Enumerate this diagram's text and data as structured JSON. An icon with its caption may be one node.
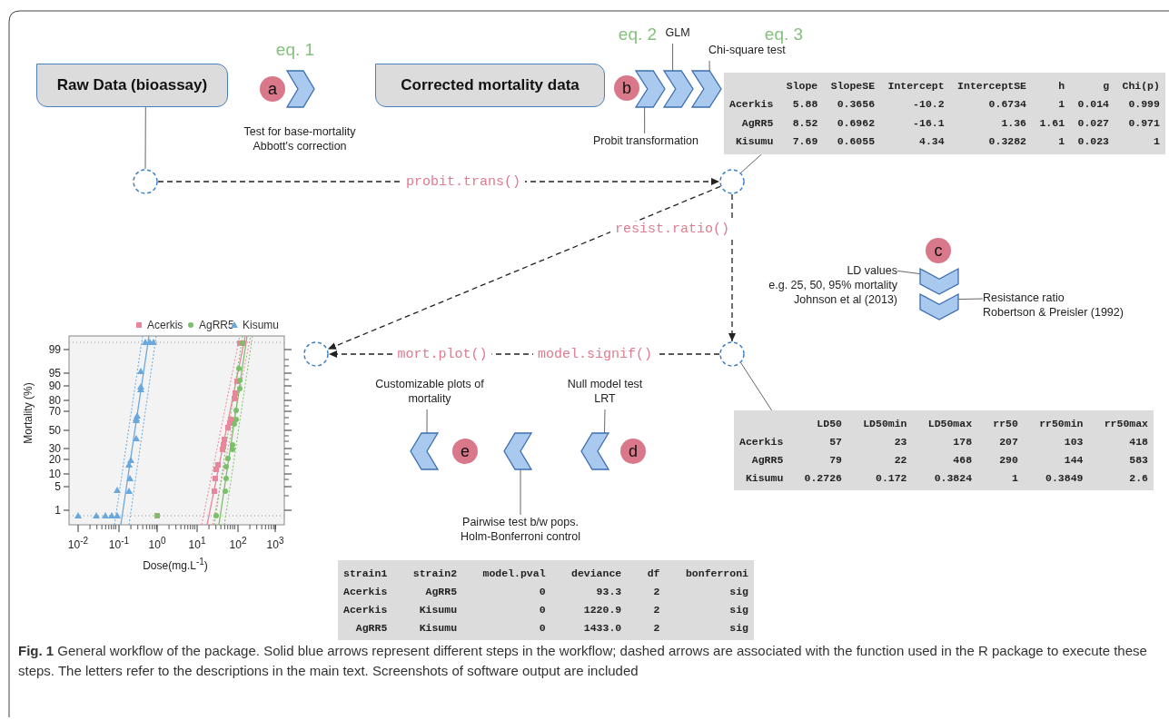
{
  "diagram": {
    "caption": "**Fig. 1** General workflow of the package. Solid blue arrows represent different steps in the workflow; dashed arrows are associated with the function used in the R package to execute these steps. The letters refer to the descriptions in the main text. Screenshots of software output are included",
    "nodes": [
      {
        "text": [
          "Raw Data (bioassay)"
        ]
      },
      {
        "text": [
          "Corrected mortality data"
        ]
      },
      {
        "text": [
          "a"
        ]
      },
      {
        "text": [],
        "shape": "chevron"
      },
      {
        "text": [
          "b"
        ]
      },
      {
        "text": [],
        "shape": "chevron"
      },
      {
        "text": [],
        "shape": "chevron"
      },
      {
        "text": [],
        "shape": "chevron"
      },
      {
        "text": [
          "GLM"
        ]
      },
      {
        "text": [
          "Chi-square test"
        ]
      },
      {
        "text": [
          "Probit transformation"
        ]
      },
      {
        "text": [
          "Slope",
          "SlopeSE",
          "Intercept",
          "InterceptSE",
          "h",
          "g",
          "Chi(p)",
          "Acerkis",
          "5.88",
          "0.3656",
          "-10.2",
          "0.6734",
          "1",
          "0.014",
          "0.999",
          "AgRR5",
          "8.52",
          "0.6962",
          "-16.1",
          "1.36",
          "1.61",
          "0.027",
          "0.971",
          "Kisumu",
          "7.69",
          "0.6055",
          "4.34",
          "0.3282",
          "1",
          "0.023",
          "1"
        ]
      },
      {
        "text": [],
        "shape": "circle"
      },
      {
        "text": [],
        "shape": "circle"
      },
      {
        "text": [
          "c"
        ]
      },
      {
        "text": [],
        "shape": "chevron"
      },
      {
        "text": [],
        "shape": "chevron"
      },
      {
        "text": [
          "LD values",
          "e.g. 25, 50, 95% mortality",
          "Johnson et al (2013)"
        ]
      },
      {
        "text": [
          "Resistance ratio",
          "Robertson & Preisler (1992)"
        ]
      },
      {
        "text": [],
        "shape": "circle"
      },
      {
        "text": [],
        "shape": "circle"
      },
      {
        "text": [
          "Customizable plots of mortality"
        ]
      },
      {
        "text": [
          "Null model test",
          "LRT"
        ]
      },
      {
        "text": [],
        "shape": "chevron"
      },
      {
        "text": [
          "e"
        ]
      },
      {
        "text": [],
        "shape": "chevron"
      },
      {
        "text": [],
        "shape": "chevron"
      },
      {
        "text": [
          "d"
        ]
      },
      {
        "text": [
          "Pairwise test b/w pops.",
          "Holm-Bonferroni control"
        ]
      },
      {
        "text": [
          "LD50",
          "LD50min",
          "LD50max",
          "rr50",
          "rr50min",
          "rr50max",
          "Acerkis",
          "57",
          "23",
          "178",
          "207",
          "103",
          "418",
          "AgRR5",
          "79",
          "22",
          "468",
          "290",
          "144",
          "583",
          "Kisumu",
          "0.2726",
          "0.172",
          "0.3824",
          "1",
          "0.3849",
          "2.6"
        ]
      },
      {
        "text": [
          "strain1",
          "strain2",
          "model.pval",
          "deviance",
          "df",
          "bonferroni",
          "Acerkis",
          "AgRR5",
          "0",
          "93.3",
          "2",
          "sig",
          "Acerkis",
          "Kisumu",
          "0",
          "1220.9",
          "2",
          "sig",
          "AgRR5",
          "Kisumu",
          "0",
          "1433.0",
          "2",
          "sig"
        ]
      }
    ],
    "edges": [
      {
        "from": 0,
        "to": 12,
        "arrow": "none"
      },
      {
        "from": 12,
        "to": 13,
        "arrow": "to",
        "label": "probit.trans()",
        "style": "dashed"
      },
      {
        "from": 13,
        "to": 20,
        "arrow": "to",
        "label": "resist.ratio()",
        "style": "dashed"
      },
      {
        "from": 13,
        "to": 19,
        "arrow": "to",
        "style": "dashed"
      },
      {
        "from": 20,
        "to": 19,
        "arrow": "to",
        "label": "model.signif()",
        "style": "dashed"
      },
      {
        "from": 13,
        "to": 11,
        "arrow": "none"
      },
      {
        "from": 20,
        "to": 29,
        "arrow": "none"
      },
      {
        "from": 8,
        "to": 6,
        "arrow": "none"
      },
      {
        "from": 9,
        "to": 7,
        "arrow": "none"
      },
      {
        "from": 10,
        "to": 5,
        "arrow": "none"
      },
      {
        "from": 17,
        "to": 15,
        "arrow": "none"
      },
      {
        "from": 18,
        "to": 16,
        "arrow": "none"
      },
      {
        "from": 21,
        "to": 23,
        "arrow": "none"
      },
      {
        "from": 22,
        "to": 26,
        "arrow": "none"
      },
      {
        "from": 28,
        "to": 25,
        "arrow": "none"
      }
    ],
    "labels": [
      "eq. 1",
      "eq. 2",
      "eq. 3",
      "Test for base-mortality Abbott's correction",
      "mort.plot()",
      "99",
      "95",
      "90",
      "80",
      "70",
      "50",
      "30",
      "20",
      "10",
      "5",
      "1",
      "10$^{-2}$",
      "10$^{-1}$",
      "10$^{0}$",
      "10$^{1}$",
      "10$^{2}$",
      "10$^{3}$",
      "Mortality (%)",
      "Dose(mg.L$^{-1}$)"
    ],
    "legend": [
      {
        "text": "Acerkis",
        "color": "#e8879c"
      },
      {
        "text": "AgRR5",
        "color": "#7cbf6a"
      },
      {
        "text": "Kisumu",
        "color": "#6aa8dc"
      }
    ]
  }
}
